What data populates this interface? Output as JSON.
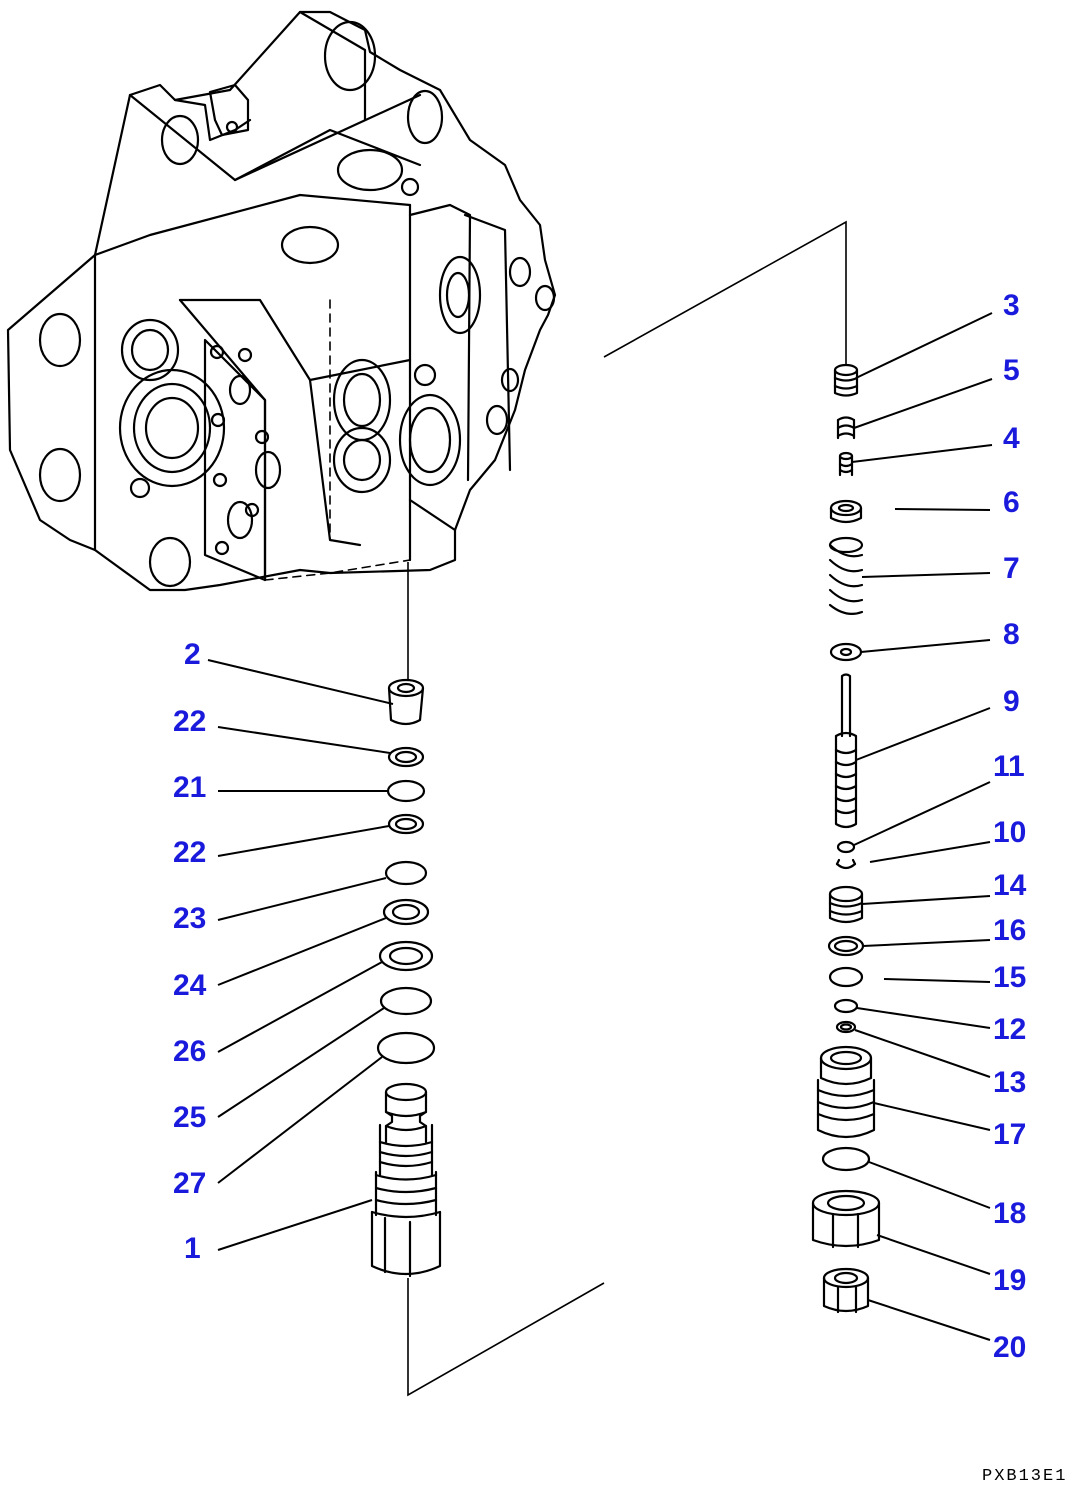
{
  "drawing_code": "PXB13E1",
  "callouts": [
    {
      "id": "c1",
      "label": "1"
    },
    {
      "id": "c2",
      "label": "2"
    },
    {
      "id": "c3",
      "label": "3"
    },
    {
      "id": "c4",
      "label": "4"
    },
    {
      "id": "c5",
      "label": "5"
    },
    {
      "id": "c6",
      "label": "6"
    },
    {
      "id": "c7",
      "label": "7"
    },
    {
      "id": "c8",
      "label": "8"
    },
    {
      "id": "c9",
      "label": "9"
    },
    {
      "id": "c10",
      "label": "10"
    },
    {
      "id": "c11",
      "label": "11"
    },
    {
      "id": "c12",
      "label": "12"
    },
    {
      "id": "c13",
      "label": "13"
    },
    {
      "id": "c14",
      "label": "14"
    },
    {
      "id": "c15",
      "label": "15"
    },
    {
      "id": "c16",
      "label": "16"
    },
    {
      "id": "c17",
      "label": "17"
    },
    {
      "id": "c18",
      "label": "18"
    },
    {
      "id": "c19",
      "label": "19"
    },
    {
      "id": "c20",
      "label": "20"
    },
    {
      "id": "c21",
      "label": "21"
    },
    {
      "id": "c22a",
      "label": "22"
    },
    {
      "id": "c22b",
      "label": "22"
    },
    {
      "id": "c23",
      "label": "23"
    },
    {
      "id": "c24",
      "label": "24"
    },
    {
      "id": "c25",
      "label": "25"
    },
    {
      "id": "c26",
      "label": "26"
    },
    {
      "id": "c27",
      "label": "27"
    }
  ],
  "colors": {
    "label": "#1a1adc",
    "line": "#000000",
    "background": "#ffffff"
  }
}
